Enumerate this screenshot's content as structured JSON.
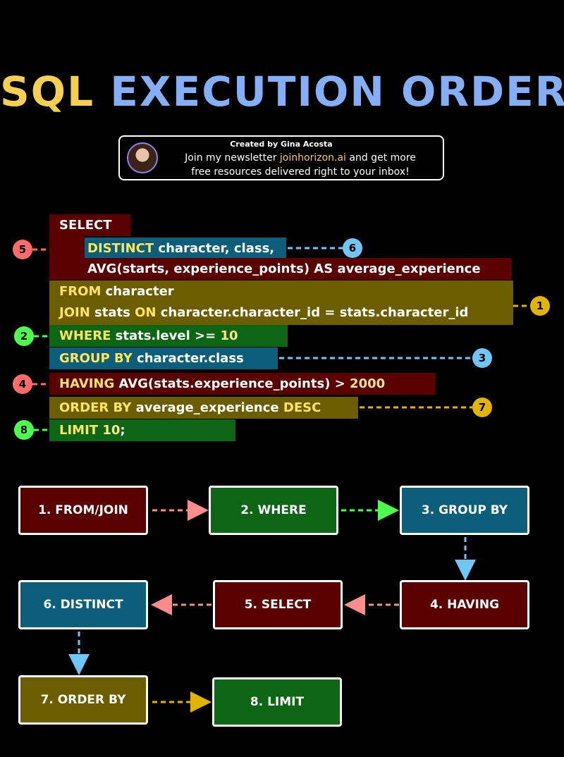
{
  "title": {
    "part1": "SQL",
    "part2": "EXECUTION ORDER"
  },
  "banner": {
    "credit": "Created by Gina Acosta",
    "line1_prefix": "Join my newsletter ",
    "line1_link": "joinhorizon.ai",
    "line1_suffix": " and get more",
    "line2": "free resources delivered right to your inbox!"
  },
  "code": {
    "select_kw": "SELECT",
    "distinct_kw": "DISTINCT",
    "distinct_rest": " character, class,",
    "avg_line": "AVG(starts, experience_points) AS average_experience",
    "from_kw": "FROM",
    "from_rest": " character",
    "join_kw": "JOIN",
    "join_mid": " stats ",
    "on_kw": "ON",
    "join_rest": " character.character_id = stats.character_id",
    "where_kw": "WHERE",
    "where_rest": " stats.level >= ",
    "where_num": "10",
    "group_kw": "GROUP BY",
    "group_rest": " character.class",
    "having_kw": "HAVING",
    "having_rest": " AVG(stats.experience_points) > ",
    "having_num": "2000",
    "order_kw": "ORDER BY",
    "order_rest": " average_experience ",
    "desc_kw": "DESC",
    "limit_kw": "LIMIT",
    "limit_num": " 10",
    "limit_end": ";"
  },
  "badges": {
    "b1": "1",
    "b2": "2",
    "b3": "3",
    "b4": "4",
    "b5": "5",
    "b6": "6",
    "b7": "7",
    "b8": "8"
  },
  "steps": {
    "s1": "1. FROM/JOIN",
    "s2": "2. WHERE",
    "s3": "3. GROUP BY",
    "s4": "4. HAVING",
    "s5": "5. SELECT",
    "s6": "6. DISTINCT",
    "s7": "7. ORDER BY",
    "s8": "8. LIMIT"
  },
  "colors": {
    "red": "#5a0000",
    "olive": "#6b5d00",
    "green": "#0c6614",
    "teal": "#0c5e7a",
    "badge_red": "#ff6b6b",
    "badge_blue": "#6fc6f5",
    "badge_yellow": "#e0b400",
    "badge_green": "#4cff4c"
  }
}
